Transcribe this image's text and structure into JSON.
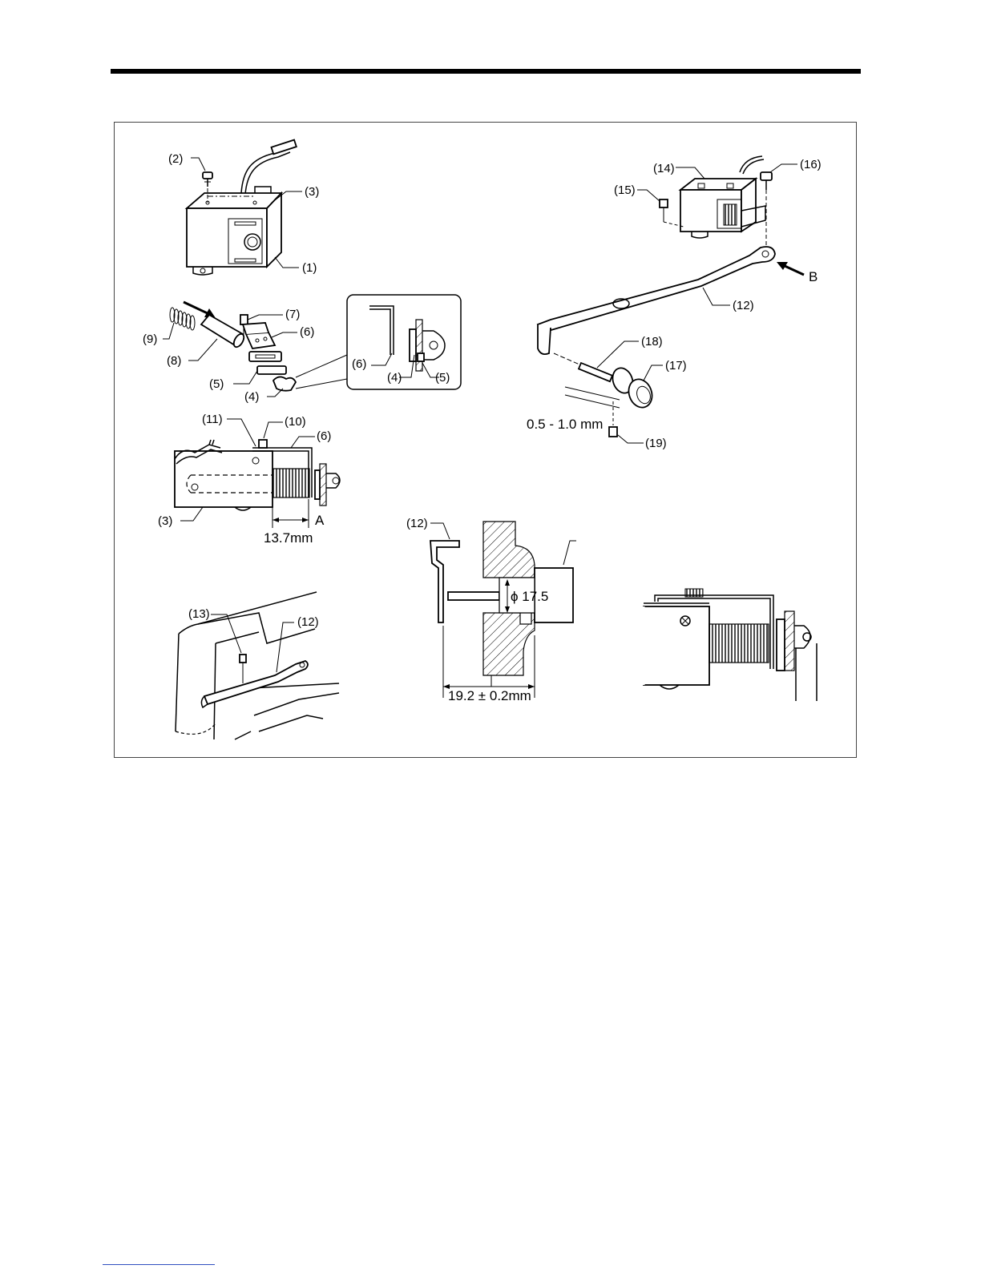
{
  "part_labels": {
    "p1": "(1)",
    "p2": "(2)",
    "p3": "(3)",
    "p3b": "(3)",
    "p4": "(4)",
    "p4b": "(4)",
    "p5": "(5)",
    "p5b": "(5)",
    "p6": "(6)",
    "p6b": "(6)",
    "p6c": "(6)",
    "p7": "(7)",
    "p8": "(8)",
    "p9": "(9)",
    "p10": "(10)",
    "p11": "(11)",
    "p12": "(12)",
    "p12b": "(12)",
    "p12c": "(12)",
    "p13": "(13)",
    "p14": "(14)",
    "p15": "(15)",
    "p16": "(16)",
    "p17": "(17)",
    "p18": "(18)",
    "p19": "(19)"
  },
  "markers": {
    "a": "A",
    "b": "B"
  },
  "dimensions": {
    "length_13_7": "13.7mm",
    "gap_range": "0.5 - 1.0 mm",
    "diameter": "ϕ 17.5",
    "distance_19_2": "19.2 ± 0.2mm"
  },
  "colors": {
    "line": "#000000",
    "frame": "#444444",
    "footer_link": "#3050c0"
  }
}
